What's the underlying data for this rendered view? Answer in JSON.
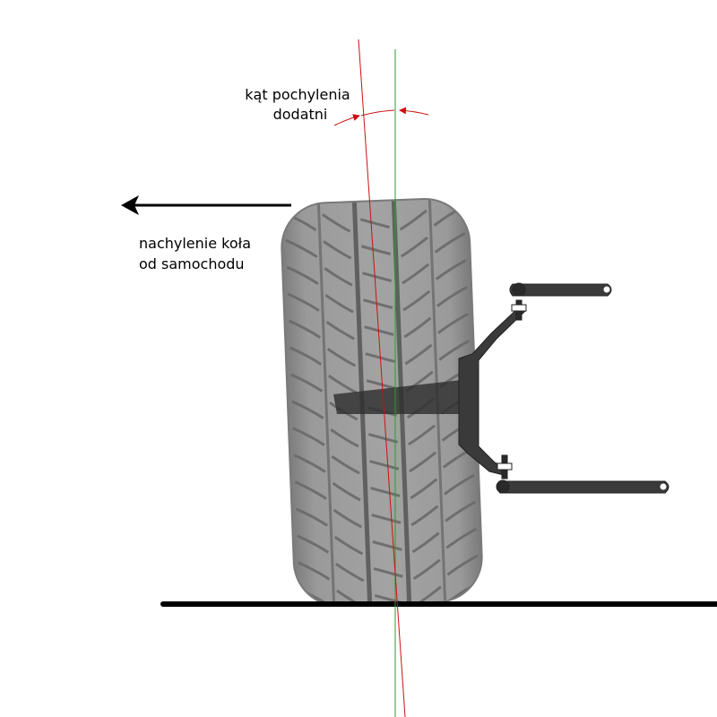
{
  "labels": {
    "camber_line1": "kąt pochylenia",
    "camber_line2": "dodatni",
    "tilt_line1": "nachylenie koła",
    "tilt_line2": "od samochodu"
  },
  "colors": {
    "camber_axis": "#cc1111",
    "vertical_axis": "#2e9a2e",
    "ground": "#000000",
    "tire": "#8a8a8a",
    "tire_dark": "#5f5f5f",
    "suspension": "#3a3a3a"
  }
}
